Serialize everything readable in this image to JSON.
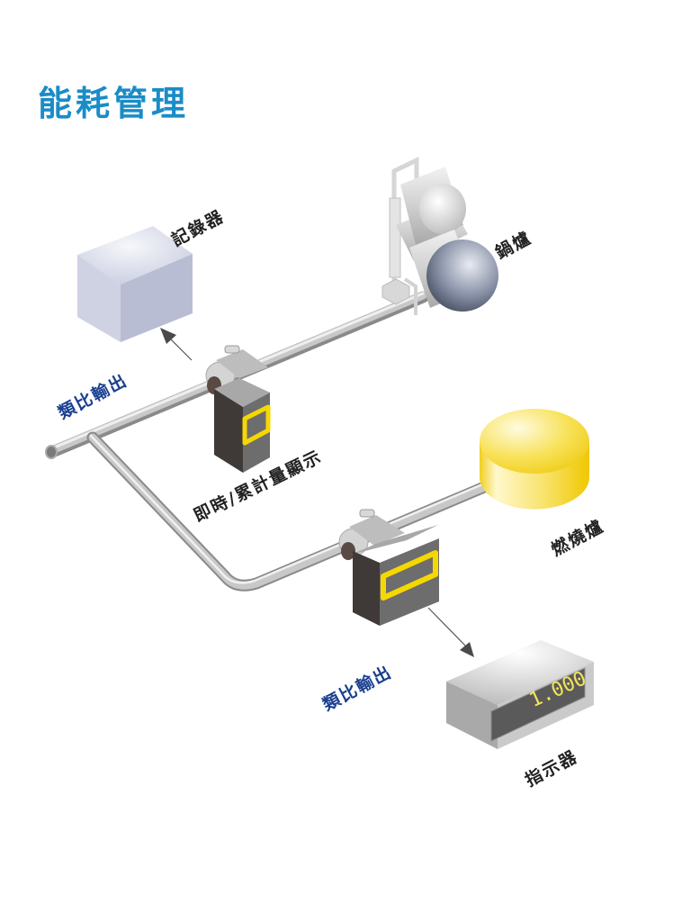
{
  "title": "能耗管理",
  "colors": {
    "title": "#1a8cc8",
    "output_label": "#1a3f8f",
    "label": "#222222",
    "meter_display_frame": "#f5d800",
    "meter_body": "#6b6b6b",
    "pipe": "#b8b8b8",
    "burner": "#f7dc3a",
    "recorder": "#d8dcea",
    "indicator_digits": "#f2e55a"
  },
  "labels": {
    "recorder": "記錄器",
    "boiler": "鍋爐",
    "analog_output_top": "類比輸出",
    "meter_display": "即時/累計量顯示",
    "burner": "燃燒爐",
    "analog_output_bottom": "類比輸出",
    "indicator": "指示器"
  },
  "indicator": {
    "display_value": "1.000"
  }
}
